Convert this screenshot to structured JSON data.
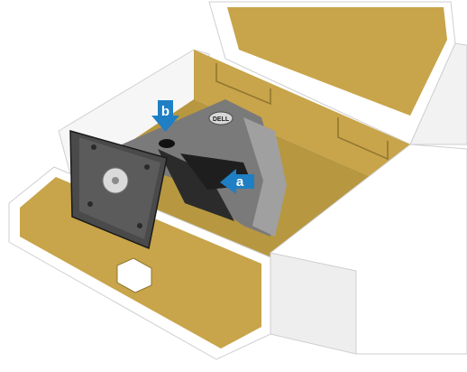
{
  "callouts": {
    "b": "b",
    "a": "a"
  },
  "logo": "DELL",
  "colors": {
    "cardboard_outer": "#ffffff",
    "cardboard_edge": "#cfcfcf",
    "cardboard_inner": "#c8a44a",
    "cardboard_inner_dark": "#a88a3a",
    "stand_grey": "#6b6b6b",
    "stand_dark": "#2c2c2c",
    "callout_blue": "#1f7fc4"
  }
}
